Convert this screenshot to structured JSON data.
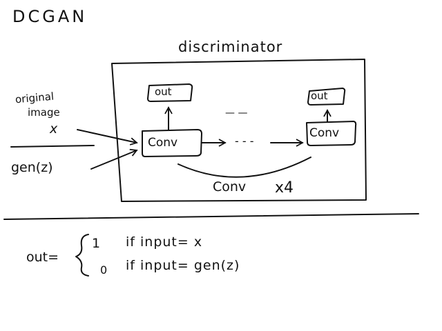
{
  "title": "DCGAN",
  "discriminator_label": "discriminator",
  "inputs": {
    "original_line1": "original",
    "original_line2": "image",
    "original_var": "x",
    "generated": "gen(z)"
  },
  "blocks": {
    "conv_first": "Conv",
    "conv_last": "Conv",
    "out_first": "out",
    "out_last": "out",
    "repeat_label": "Conv",
    "repeat_count": "x4",
    "ellipsis_mid": "- - -",
    "ellipsis_top": "— —"
  },
  "formula": {
    "lhs": "out=",
    "case1_value": "1",
    "case1_condition": "if input= x",
    "case2_value": "0",
    "case2_condition": "if input= gen(z)"
  }
}
